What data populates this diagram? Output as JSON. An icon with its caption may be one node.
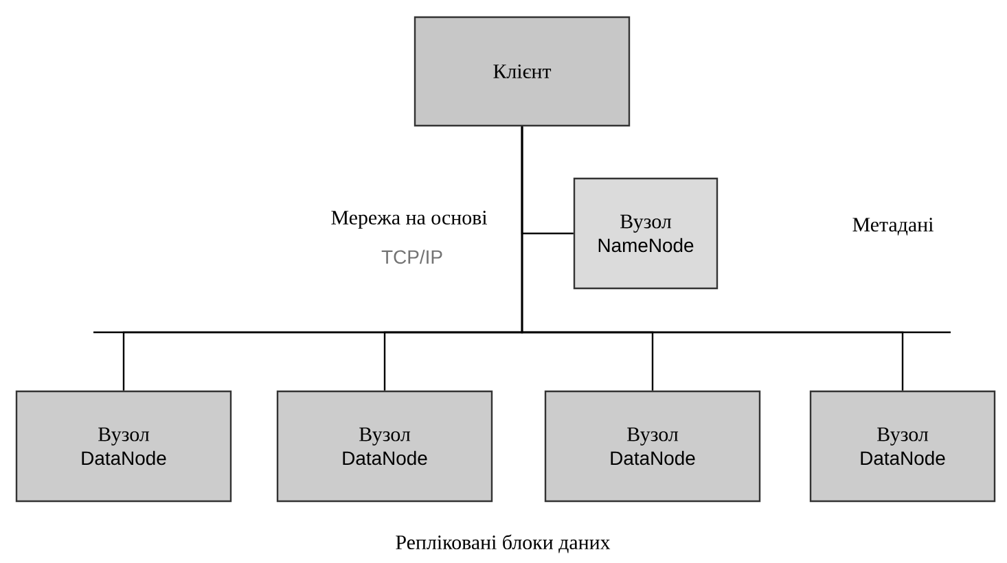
{
  "diagram": {
    "nodes": [
      {
        "text": [
          "Клієнт"
        ]
      },
      {
        "text": [
          "Вузол",
          "NameNode"
        ]
      },
      {
        "text": [
          "Вузол",
          "DataNode"
        ]
      },
      {
        "text": [
          "Вузол",
          "DataNode"
        ]
      },
      {
        "text": [
          "Вузол",
          "DataNode"
        ]
      },
      {
        "text": [
          "Вузол",
          "DataNode"
        ]
      }
    ],
    "edges": [
      {
        "from": 0,
        "to": 1,
        "arrow": "none"
      },
      {
        "from": 0,
        "to": 2,
        "arrow": "none"
      },
      {
        "from": 0,
        "to": 3,
        "arrow": "none"
      },
      {
        "from": 0,
        "to": 4,
        "arrow": "none"
      },
      {
        "from": 0,
        "to": 5,
        "arrow": "none"
      }
    ],
    "labels": [
      "Мережа на основі",
      "TCP/IP",
      "Метадані",
      "Репліковані блоки даних"
    ]
  }
}
